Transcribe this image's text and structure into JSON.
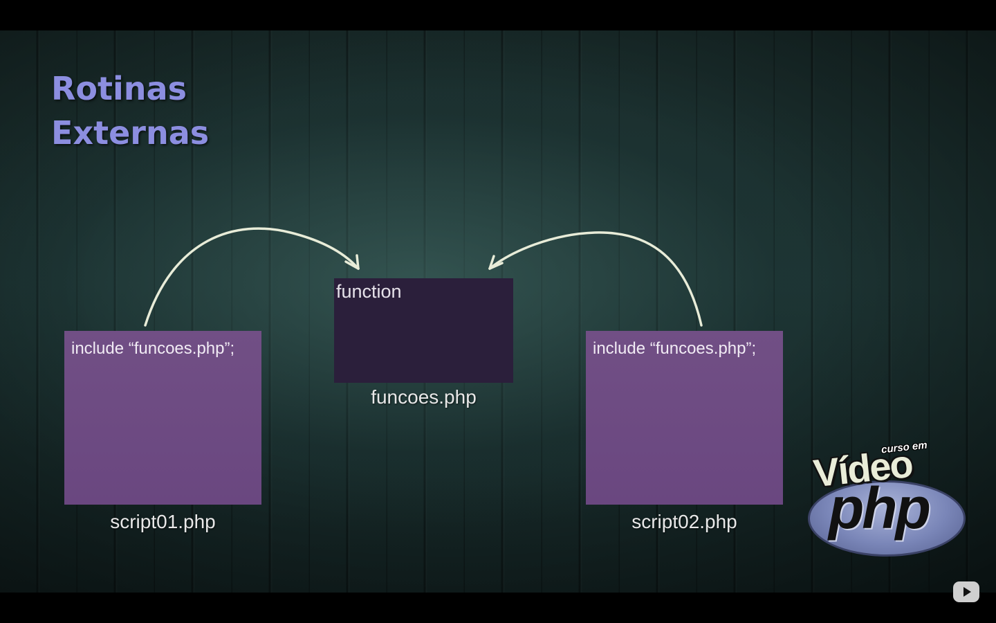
{
  "slide": {
    "title_line1": "Rotinas",
    "title_line2": "Externas"
  },
  "files": {
    "script01": {
      "code": "include “funcoes.php”;",
      "caption": "script01.php"
    },
    "funcoes": {
      "code": "function",
      "caption": "funcoes.php"
    },
    "script02": {
      "code": "include “funcoes.php”;",
      "caption": "script02.php"
    }
  },
  "logo": {
    "line_small": "curso em",
    "line_big": "Vídeo",
    "line_php": "php"
  },
  "player": {
    "icon": "youtube-play-icon"
  },
  "colors": {
    "title": "#8c8ee0",
    "script_box": "#6e4c84",
    "function_box": "#2b1f3b",
    "arrow": "#e8ecd8"
  }
}
